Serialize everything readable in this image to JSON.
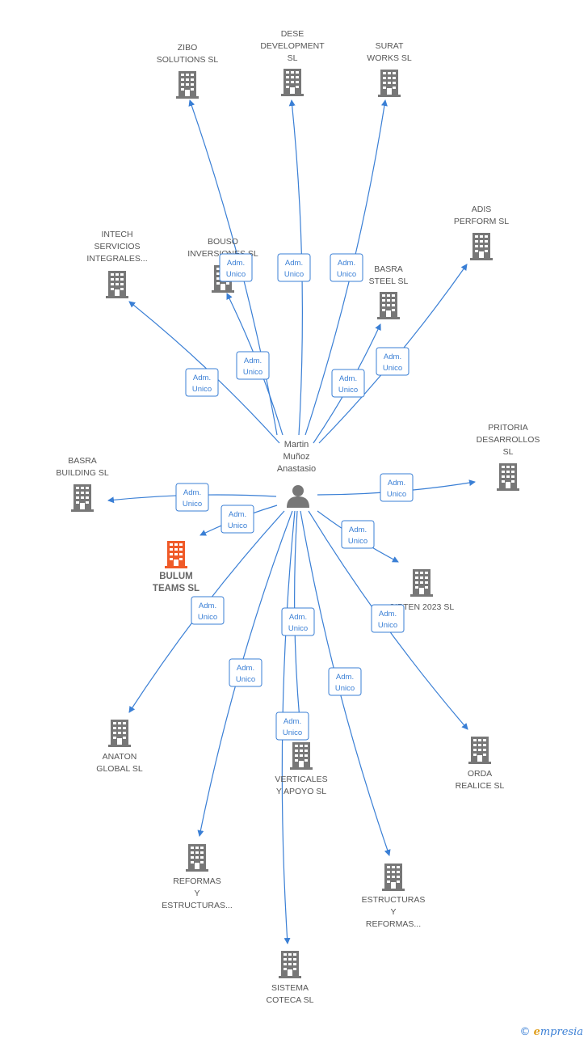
{
  "diagram": {
    "center": {
      "lines": [
        "Martin",
        "Muñoz",
        "Anastasio"
      ],
      "icon": "person-icon"
    },
    "edge_label": [
      "Adm.",
      "Unico"
    ],
    "colors": {
      "edge": "#3a7fd5",
      "building": "#777777",
      "building_highlight": "#f05a28",
      "label": "#555555"
    },
    "nodes": [
      {
        "id": "zibo",
        "lines": [
          "ZIBO",
          "SOLUTIONS  SL"
        ],
        "icon": "building-icon"
      },
      {
        "id": "dese",
        "lines": [
          "DESE",
          "DEVELOPMENT",
          "SL"
        ],
        "icon": "building-icon"
      },
      {
        "id": "surat",
        "lines": [
          "SURAT",
          "WORKS  SL"
        ],
        "icon": "building-icon"
      },
      {
        "id": "adis",
        "lines": [
          "ADIS",
          "PERFORM  SL"
        ],
        "icon": "building-icon"
      },
      {
        "id": "intech",
        "lines": [
          "INTECH",
          "SERVICIOS",
          "INTEGRALES..."
        ],
        "icon": "building-icon"
      },
      {
        "id": "bouso",
        "lines": [
          "BOUSO",
          "INVERSIONES SL"
        ],
        "icon": "building-icon"
      },
      {
        "id": "basra-steel",
        "lines": [
          "BASRA",
          "STEEL  SL"
        ],
        "icon": "building-icon"
      },
      {
        "id": "pritoria",
        "lines": [
          "PRITORIA",
          "DESARROLLOS",
          "SL"
        ],
        "icon": "building-icon"
      },
      {
        "id": "basra-building",
        "lines": [
          "BASRA",
          "BUILDING  SL"
        ],
        "icon": "building-icon"
      },
      {
        "id": "bulum",
        "lines": [
          "BULUM",
          "TEAMS  SL"
        ],
        "icon": "building-icon",
        "highlight": true
      },
      {
        "id": "sirten",
        "lines": [
          "SIRTEN 2023  SL"
        ],
        "icon": "building-icon"
      },
      {
        "id": "anaton",
        "lines": [
          "ANATON",
          "GLOBAL  SL"
        ],
        "icon": "building-icon"
      },
      {
        "id": "verticales",
        "lines": [
          "VERTICALES",
          "Y APOYO  SL"
        ],
        "icon": "building-icon"
      },
      {
        "id": "orda",
        "lines": [
          "ORDA",
          "REALICE  SL"
        ],
        "icon": "building-icon"
      },
      {
        "id": "reformas",
        "lines": [
          "REFORMAS",
          "Y",
          "ESTRUCTURAS..."
        ],
        "icon": "building-icon"
      },
      {
        "id": "estructuras",
        "lines": [
          "ESTRUCTURAS",
          "Y",
          "REFORMAS..."
        ],
        "icon": "building-icon"
      },
      {
        "id": "sistema",
        "lines": [
          "SISTEMA",
          "COTECA  SL"
        ],
        "icon": "building-icon"
      }
    ],
    "edges": [
      {
        "to": "zibo"
      },
      {
        "to": "dese"
      },
      {
        "to": "surat"
      },
      {
        "to": "adis"
      },
      {
        "to": "intech"
      },
      {
        "to": "bouso"
      },
      {
        "to": "basra-steel"
      },
      {
        "to": "pritoria"
      },
      {
        "to": "basra-building"
      },
      {
        "to": "bulum"
      },
      {
        "to": "sirten"
      },
      {
        "to": "anaton"
      },
      {
        "to": "verticales"
      },
      {
        "to": "orda"
      },
      {
        "to": "reformas"
      },
      {
        "to": "estructuras"
      },
      {
        "to": "sistema"
      }
    ]
  },
  "brand": {
    "copyright": "©",
    "first": "e",
    "rest": "mpresia"
  }
}
